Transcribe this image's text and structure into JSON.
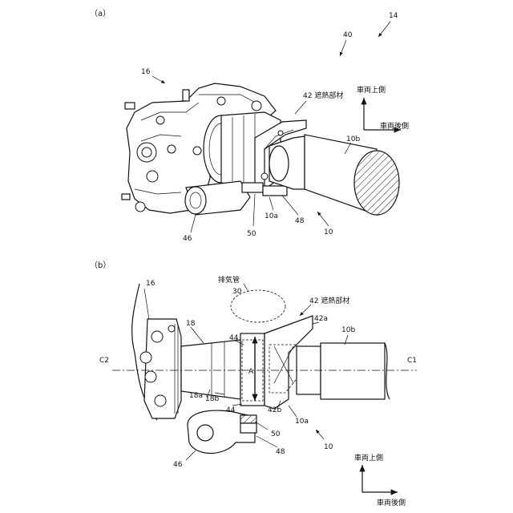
{
  "panel_a": {
    "caption": "（a）",
    "labels": {
      "l14": "14",
      "l40": "40",
      "l16": "16",
      "l42": "42 遮熱部材",
      "l10b": "10b",
      "l10a": "10a",
      "l48": "48",
      "l50": "50",
      "l46": "46",
      "l10": "10"
    },
    "axis": {
      "up": "車両上側",
      "rear": "車両後側"
    }
  },
  "panel_b": {
    "caption": "（b）",
    "labels": {
      "exhaust": "排気管",
      "l30": "30",
      "l42": "42 遮熱部材",
      "l42a": "42a",
      "l10b": "10b",
      "l16": "16",
      "l18": "18",
      "l44top": "44",
      "lA": "A",
      "lC2": "C2",
      "lC1": "C1",
      "l18a": "18a",
      "l18b": "18b",
      "l44bot": "44",
      "l42b": "42b",
      "l10a": "10a",
      "l50": "50",
      "l48": "48",
      "l46": "46",
      "l10": "10"
    },
    "axis": {
      "up": "車両上側",
      "rear": "車両後側"
    }
  }
}
